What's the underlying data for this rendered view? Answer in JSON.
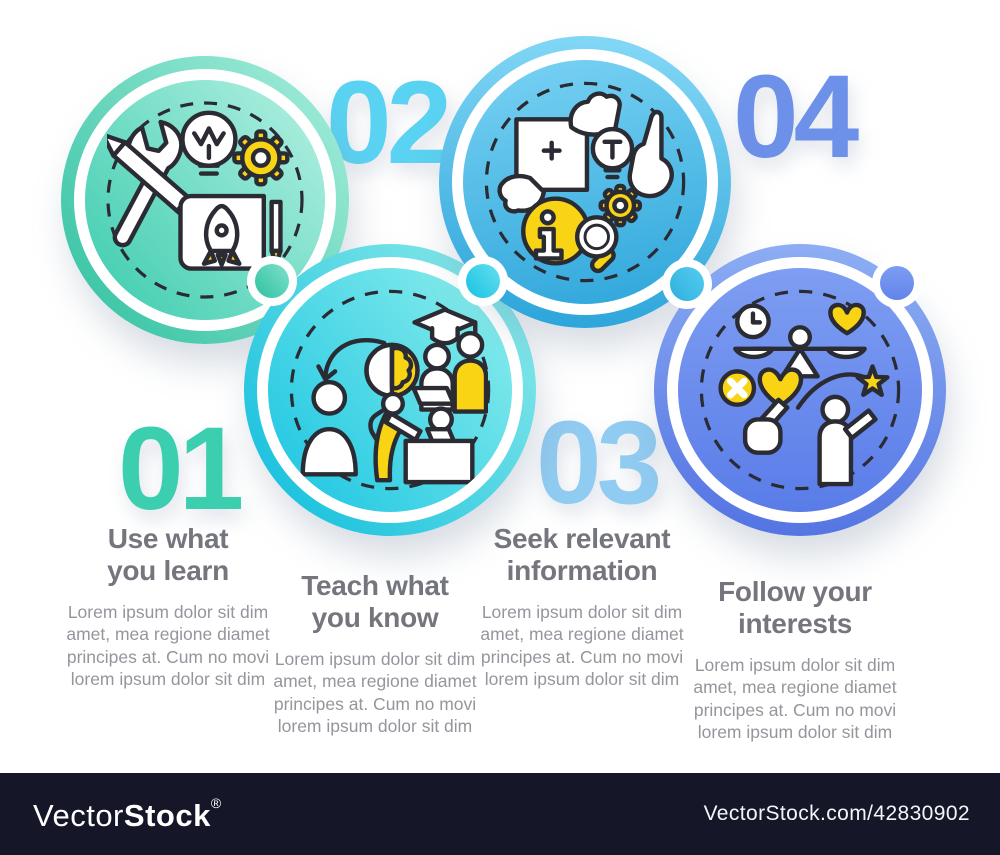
{
  "infographic": {
    "steps": [
      {
        "number": "01",
        "title": "Use what\nyou learn",
        "body": "Lorem ipsum dolor sit dim\namet, mea regione diamet\nprincipes at. Cum no movi\nlorem ipsum dolor sit dim",
        "accent": "#3bcfb0",
        "icon": "tools-lightbulb-gear-rocket-blueprint"
      },
      {
        "number": "02",
        "title": "Teach what\nyou know",
        "body": "Lorem ipsum dolor sit dim\namet, mea regione diamet\nprincipes at. Cum no movi\nlorem ipsum dolor sit dim",
        "accent": "#5ad2f2",
        "icon": "mentor-idea-students"
      },
      {
        "number": "03",
        "title": "Seek relevant\ninformation",
        "body": "Lorem ipsum dolor sit dim\namet, mea regione diamet\nprincipes at. Cum no movi\nlorem ipsum dolor sit dim",
        "accent": "#90cbf1",
        "icon": "frame-info-search"
      },
      {
        "number": "04",
        "title": "Follow your\ninterests",
        "body": "Lorem ipsum dolor sit dim\namet, mea regione diamet\nprincipes at. Cum no movi\nlorem ipsum dolor sit dim",
        "accent": "#6d90e9",
        "icon": "balance-hearts-star"
      }
    ]
  },
  "watermark": {
    "brand_light": "Vector",
    "brand_bold": "Stock",
    "registered": "®",
    "url": "VectorStock.com/42830902",
    "bar_color": "#151728"
  }
}
